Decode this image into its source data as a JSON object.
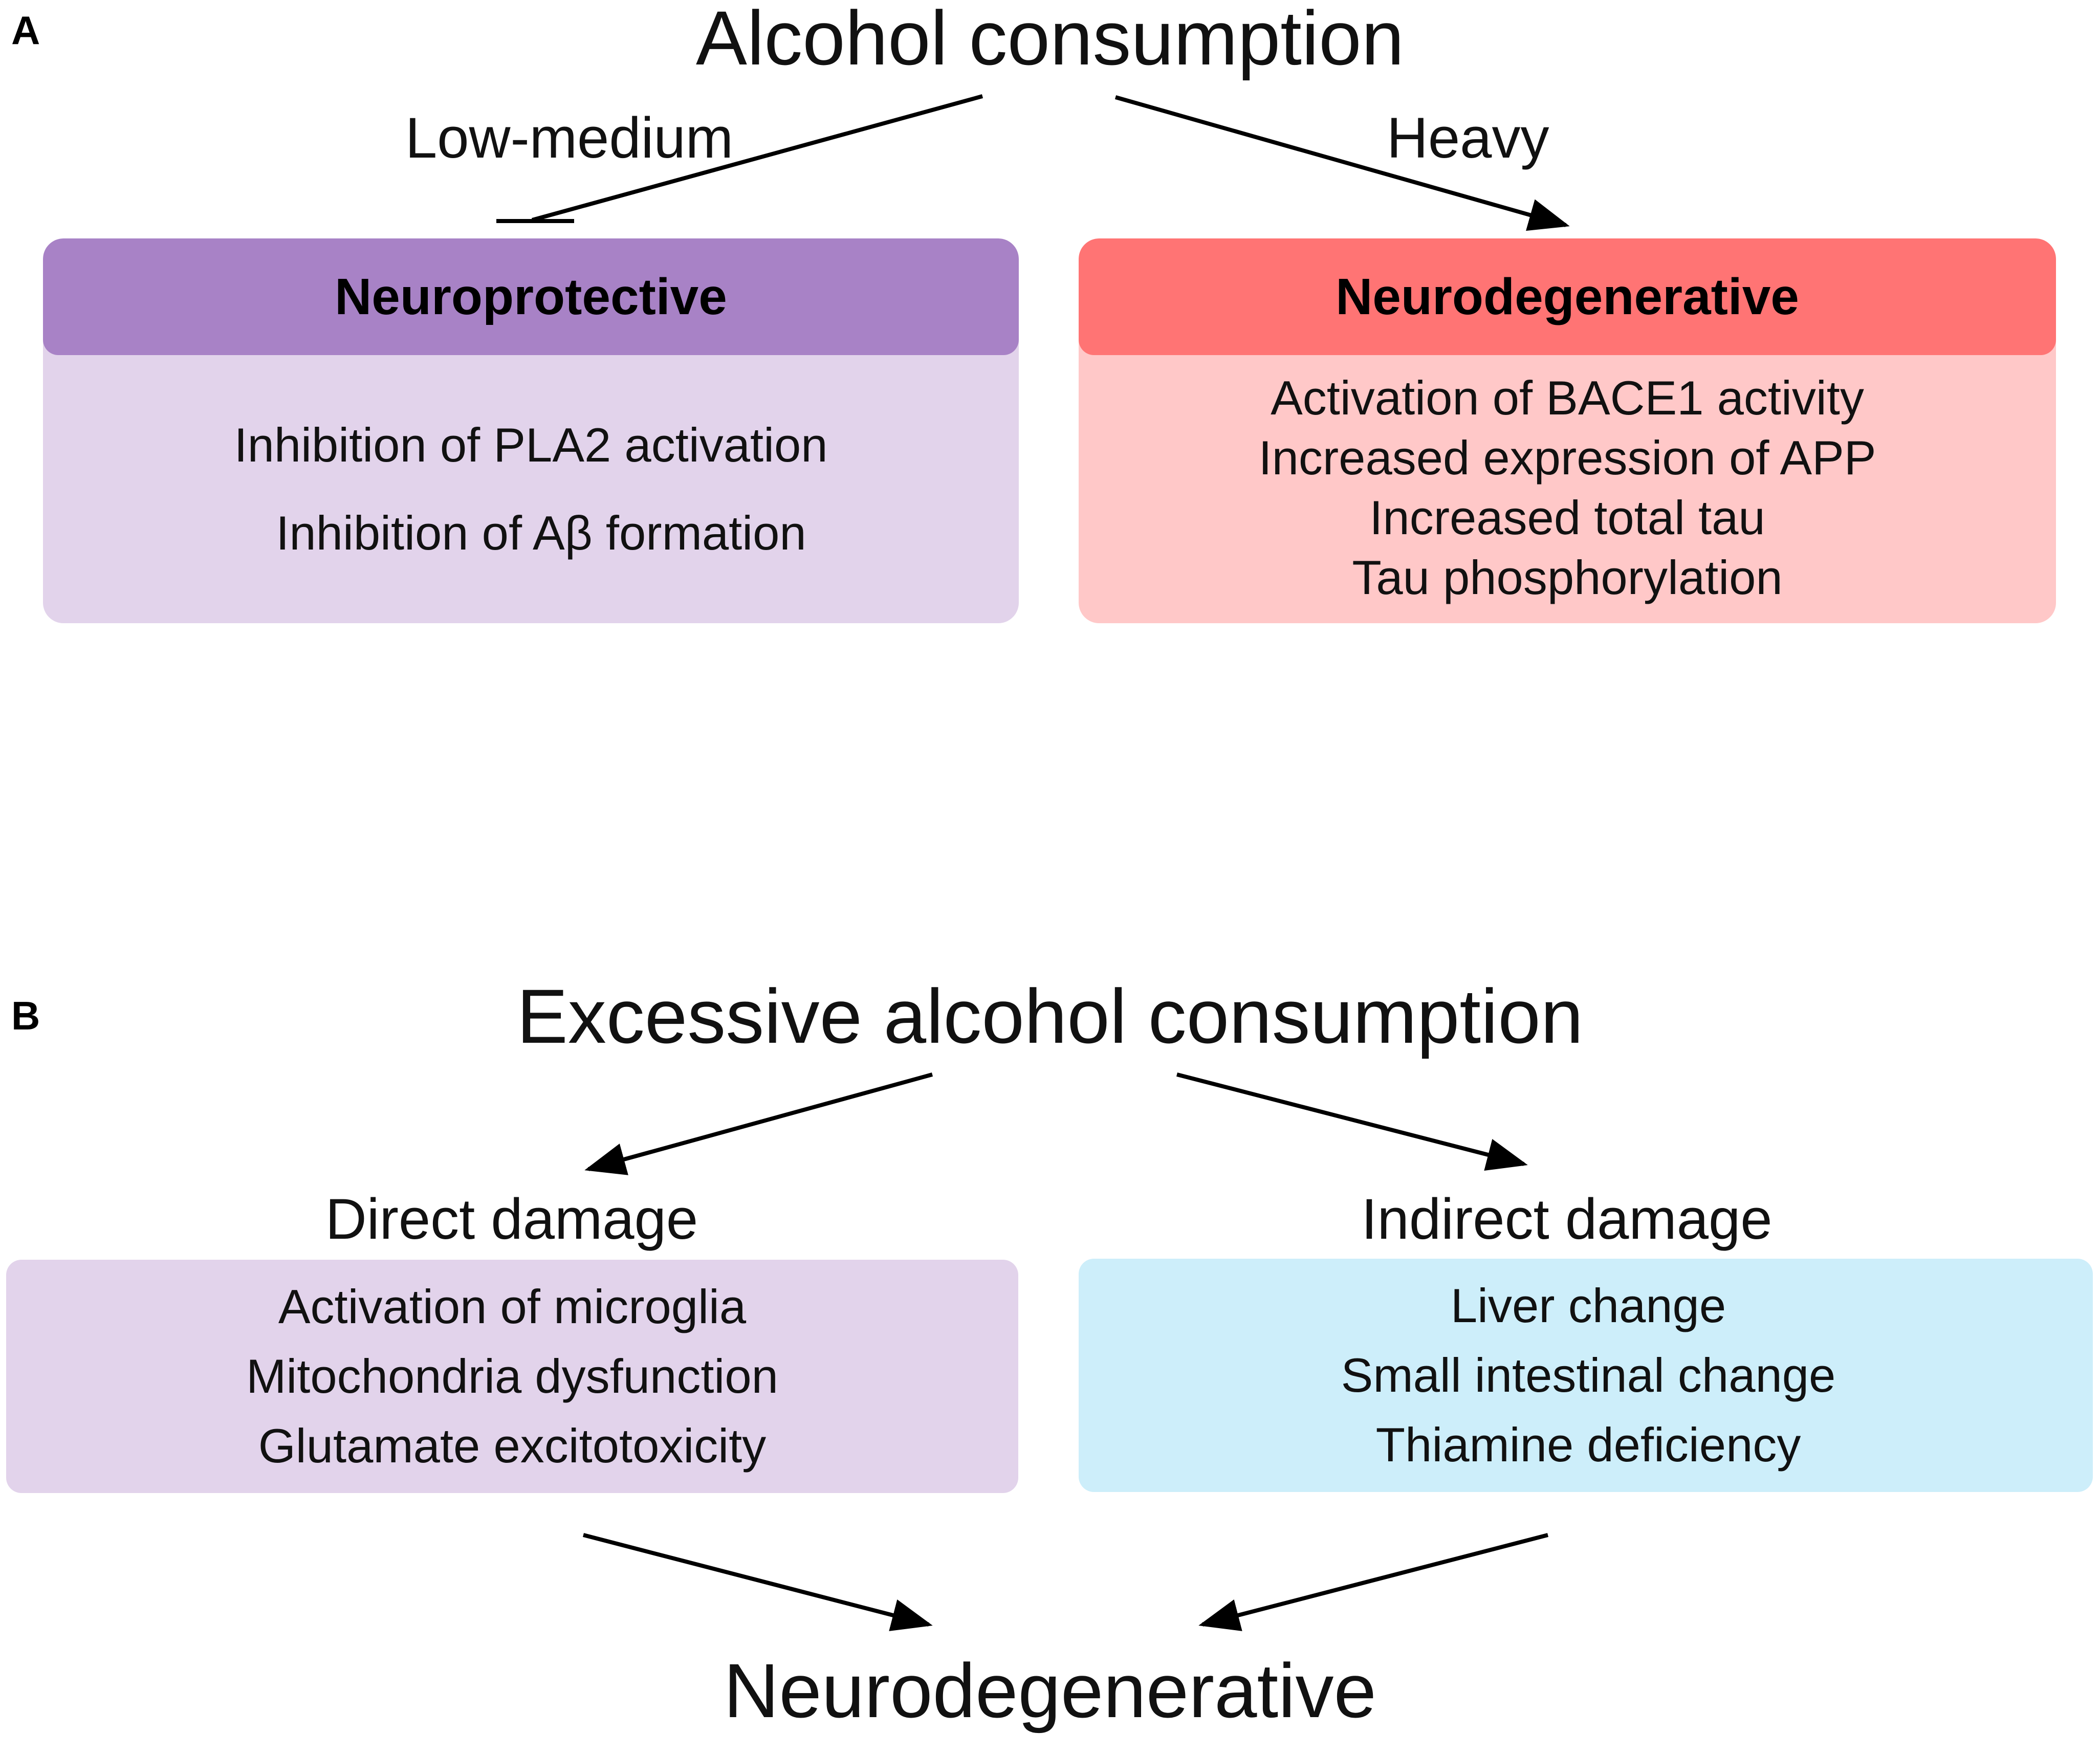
{
  "panel_a": {
    "label": "A",
    "title": "Alcohol consumption",
    "branch_left": "Low-medium",
    "branch_right": "Heavy",
    "left_box": {
      "header": "Neuroprotective",
      "header_color": "#a882c6",
      "body_color": "#e2d3eb",
      "items": [
        "Inhibition of PLA2 activation",
        "Inhibition of Aβ formation"
      ]
    },
    "right_box": {
      "header": "Neurodegenerative",
      "header_color": "#ff7474",
      "body_color": "#ffc8c8",
      "items": [
        "Activation of BACE1 activity",
        "Increased expression of APP",
        "Increased total tau",
        "Tau phosphorylation"
      ]
    }
  },
  "panel_b": {
    "label": "B",
    "title": "Excessive alcohol consumption",
    "left_heading": "Direct damage",
    "right_heading": "Indirect damage",
    "left_box": {
      "body_color": "#e2d3eb",
      "items": [
        "Activation of microglia",
        "Mitochondria dysfunction",
        "Glutamate excitotoxicity"
      ]
    },
    "right_box": {
      "body_color": "#cdeefa",
      "items": [
        "Liver change",
        "Small intestinal change",
        "Thiamine deficiency"
      ]
    },
    "outcome": "Neurodegenerative"
  }
}
